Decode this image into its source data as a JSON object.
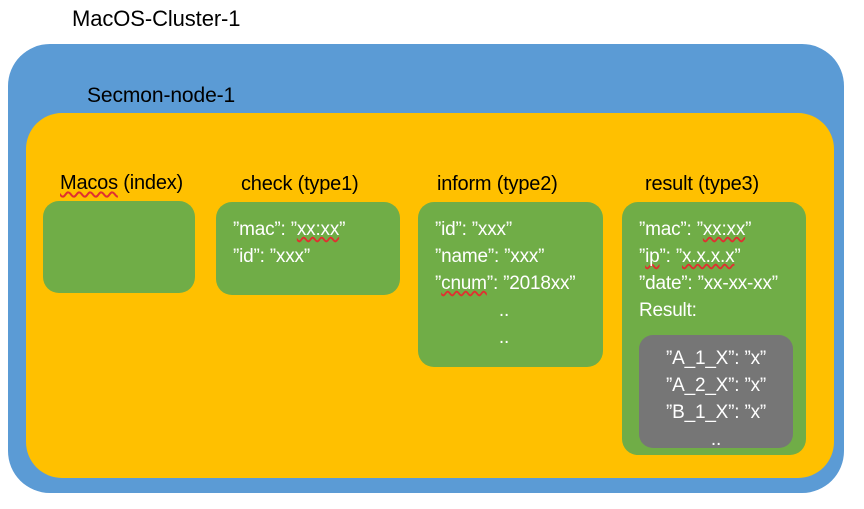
{
  "diagram": {
    "cluster": {
      "label": "MacOS-Cluster-1",
      "color": "#5B9BD5"
    },
    "node": {
      "label": "Secmon-node-1",
      "color": "#FFC000"
    },
    "doc_color": "#70AD47",
    "subdoc_color": "#767676",
    "sections": [
      {
        "title_name": "Macos",
        "title_kind": " (index)",
        "lines": []
      },
      {
        "title_name": "check",
        "title_kind": " (type1)",
        "lines": [
          {
            "key": "”mac”: ”",
            "val": "xx:xx",
            "tail": "”",
            "spell": true
          },
          {
            "key": "”id”: ”xxx”",
            "val": "",
            "tail": "",
            "spell": false
          }
        ]
      },
      {
        "title_name": "inform",
        "title_kind": " (type2)",
        "lines": [
          {
            "key": "”id”: ”xxx”",
            "val": "",
            "tail": "",
            "spell": false
          },
          {
            "key": "”name”: ”xxx”",
            "val": "",
            "tail": "",
            "spell": false
          },
          {
            "key": "”",
            "val": "cnum",
            "tail": "”: ”2018xx”",
            "spell": true
          },
          {
            "key": "..",
            "val": "",
            "tail": "",
            "spell": false,
            "center": true
          },
          {
            "key": "..",
            "val": "",
            "tail": "",
            "spell": false,
            "center": true
          }
        ]
      },
      {
        "title_name": "result",
        "title_kind": " (type3)",
        "lines": [
          {
            "key": "”mac”: ”",
            "val": "xx:xx",
            "tail": "”",
            "spell": true
          },
          {
            "key": "”",
            "val": "ip",
            "tail": "”: ”",
            "val2": "x.x.x.x",
            "tail2": "”",
            "spell": true
          },
          {
            "key": "”date”: ”xx-xx-xx”",
            "val": "",
            "tail": "",
            "spell": false
          },
          {
            "key": "Result:",
            "val": "",
            "tail": "",
            "spell": false
          }
        ],
        "subdoc": {
          "lines": [
            "”A_1_X”: ”x”",
            "”A_2_X”: ”x”",
            "”B_1_X”: ”x”",
            ".."
          ]
        }
      }
    ]
  }
}
